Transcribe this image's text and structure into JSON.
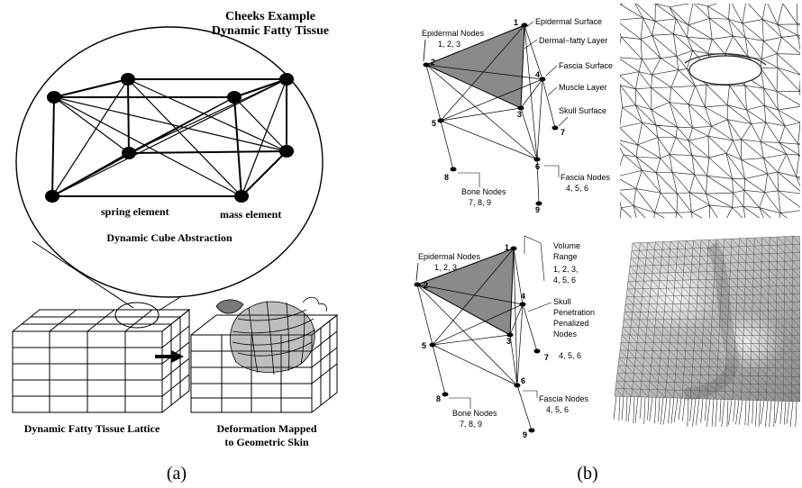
{
  "panel_a": {
    "title_line1": "Cheeks  Example",
    "title_line2": "Dynamic Fatty Tissue",
    "spring_label": "spring  element",
    "mass_label": "mass  element",
    "cube_caption": "Dynamic Cube Abstraction",
    "lattice_caption": "Dynamic Fatty Tissue Lattice",
    "mapped_caption_line1": "Deformation Mapped",
    "mapped_caption_line2": "to Geometric Skin",
    "panel_label": "(a)"
  },
  "panel_b": {
    "panel_label": "(b)",
    "top_diagram": {
      "epidermal_nodes": "Epidermal Nodes",
      "epidermal_nums": "1, 2, 3",
      "epidermal_surface": "Epidermal Surface",
      "dermal_fatty": "Dermal−fatty Layer",
      "fascia_surface": "Fascia Surface",
      "muscle_layer": "Muscle Layer",
      "skull_surface": "Skull Surface",
      "fascia_nodes": "Fascia Nodes",
      "fascia_nums": "4, 5, 6",
      "bone_nodes": "Bone Nodes",
      "bone_nums": "7, 8, 9",
      "node_numbers": [
        "1",
        "2",
        "3",
        "4",
        "5",
        "6",
        "7",
        "8",
        "9"
      ]
    },
    "bottom_diagram": {
      "epidermal_nodes": "Epidermal Nodes",
      "epidermal_nums": "1, 2, 3",
      "volume_range_line1": "Volume",
      "volume_range_line2": "Range",
      "volume_nums_line1": "1,  2,  3,",
      "volume_nums_line2": "4,  5,  6",
      "skull_pen_line1": "Skull",
      "skull_pen_line2": "Penetration",
      "skull_pen_line3": "Penalized",
      "skull_pen_line4": "Nodes",
      "skull_pen_nums": "4,  5,  6",
      "fascia_nodes": "Fascia Nodes",
      "fascia_nums": "4, 5, 6",
      "bone_nodes": "Bone Nodes",
      "bone_nums": "7, 8, 9",
      "node_numbers": [
        "1",
        "2",
        "3",
        "4",
        "5",
        "6",
        "7",
        "8",
        "9"
      ]
    }
  },
  "colors": {
    "triangle_fill": "#8a8a8a",
    "ink": "#000000",
    "mesh_bg_top": "#ffffff",
    "mesh_surface": "#d9d9d9"
  }
}
